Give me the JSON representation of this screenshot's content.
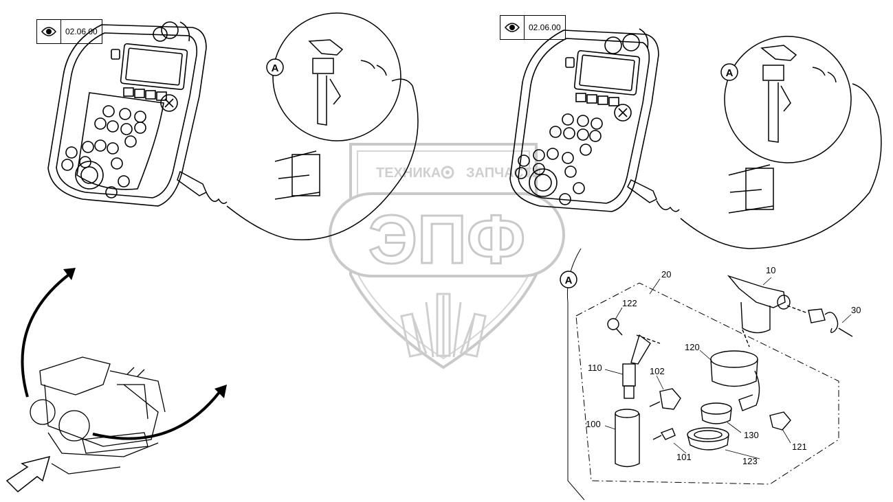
{
  "reference_boxes": [
    {
      "code": "02.06.00"
    },
    {
      "code": "02.06.00"
    }
  ],
  "detail_markers": [
    "A",
    "A",
    "A"
  ],
  "watermark": {
    "top_left": "ТЕХНИКА",
    "top_right": "ЗАПЧАСТИ",
    "main": "ЭПФ"
  },
  "part_labels": {
    "p10": "10",
    "p20": "20",
    "p30": "30",
    "p100": "100",
    "p101": "101",
    "p102": "102",
    "p110": "110",
    "p120": "120",
    "p121": "121",
    "p122": "122",
    "p123": "123",
    "p130": "130"
  }
}
